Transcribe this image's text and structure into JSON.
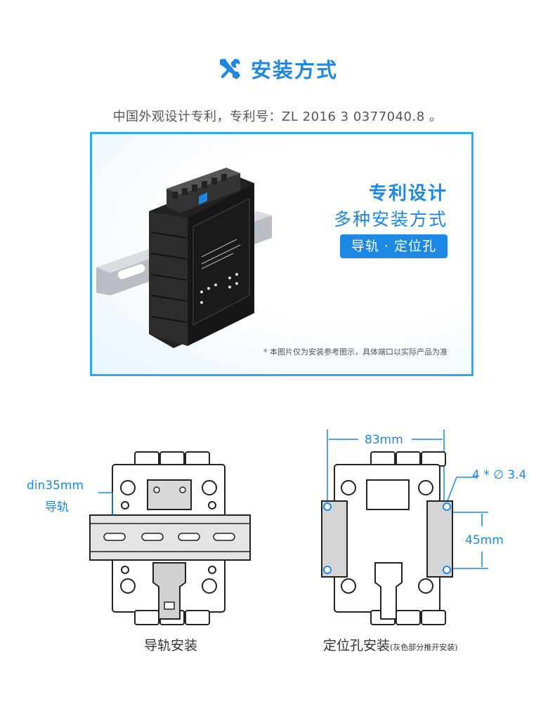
{
  "header": {
    "title": "安装方式",
    "icon": "wrench-screwdriver-icon"
  },
  "patent_text": "中国外观设计专利，专利号：ZL 2016 3 0377040.8 。",
  "promo": {
    "title": "专利设计",
    "subtitle": "多种安装方式",
    "badge": "导轨 · 定位孔",
    "disclaimer": "* 本图片仅为安装参考图示，具体端口以实际产品为准"
  },
  "left_diagram": {
    "annotation_line1": "din35mm",
    "annotation_line2": "导轨",
    "caption": "导轨安装"
  },
  "right_diagram": {
    "width_label": "83mm",
    "hole_label": "4 * ∅ 3.4",
    "height_label": "45mm",
    "caption": "定位孔安装",
    "caption_note": "(灰色部分推开安装)"
  },
  "colors": {
    "accent": "#1d87e4",
    "frame": "#2ea8ef"
  }
}
